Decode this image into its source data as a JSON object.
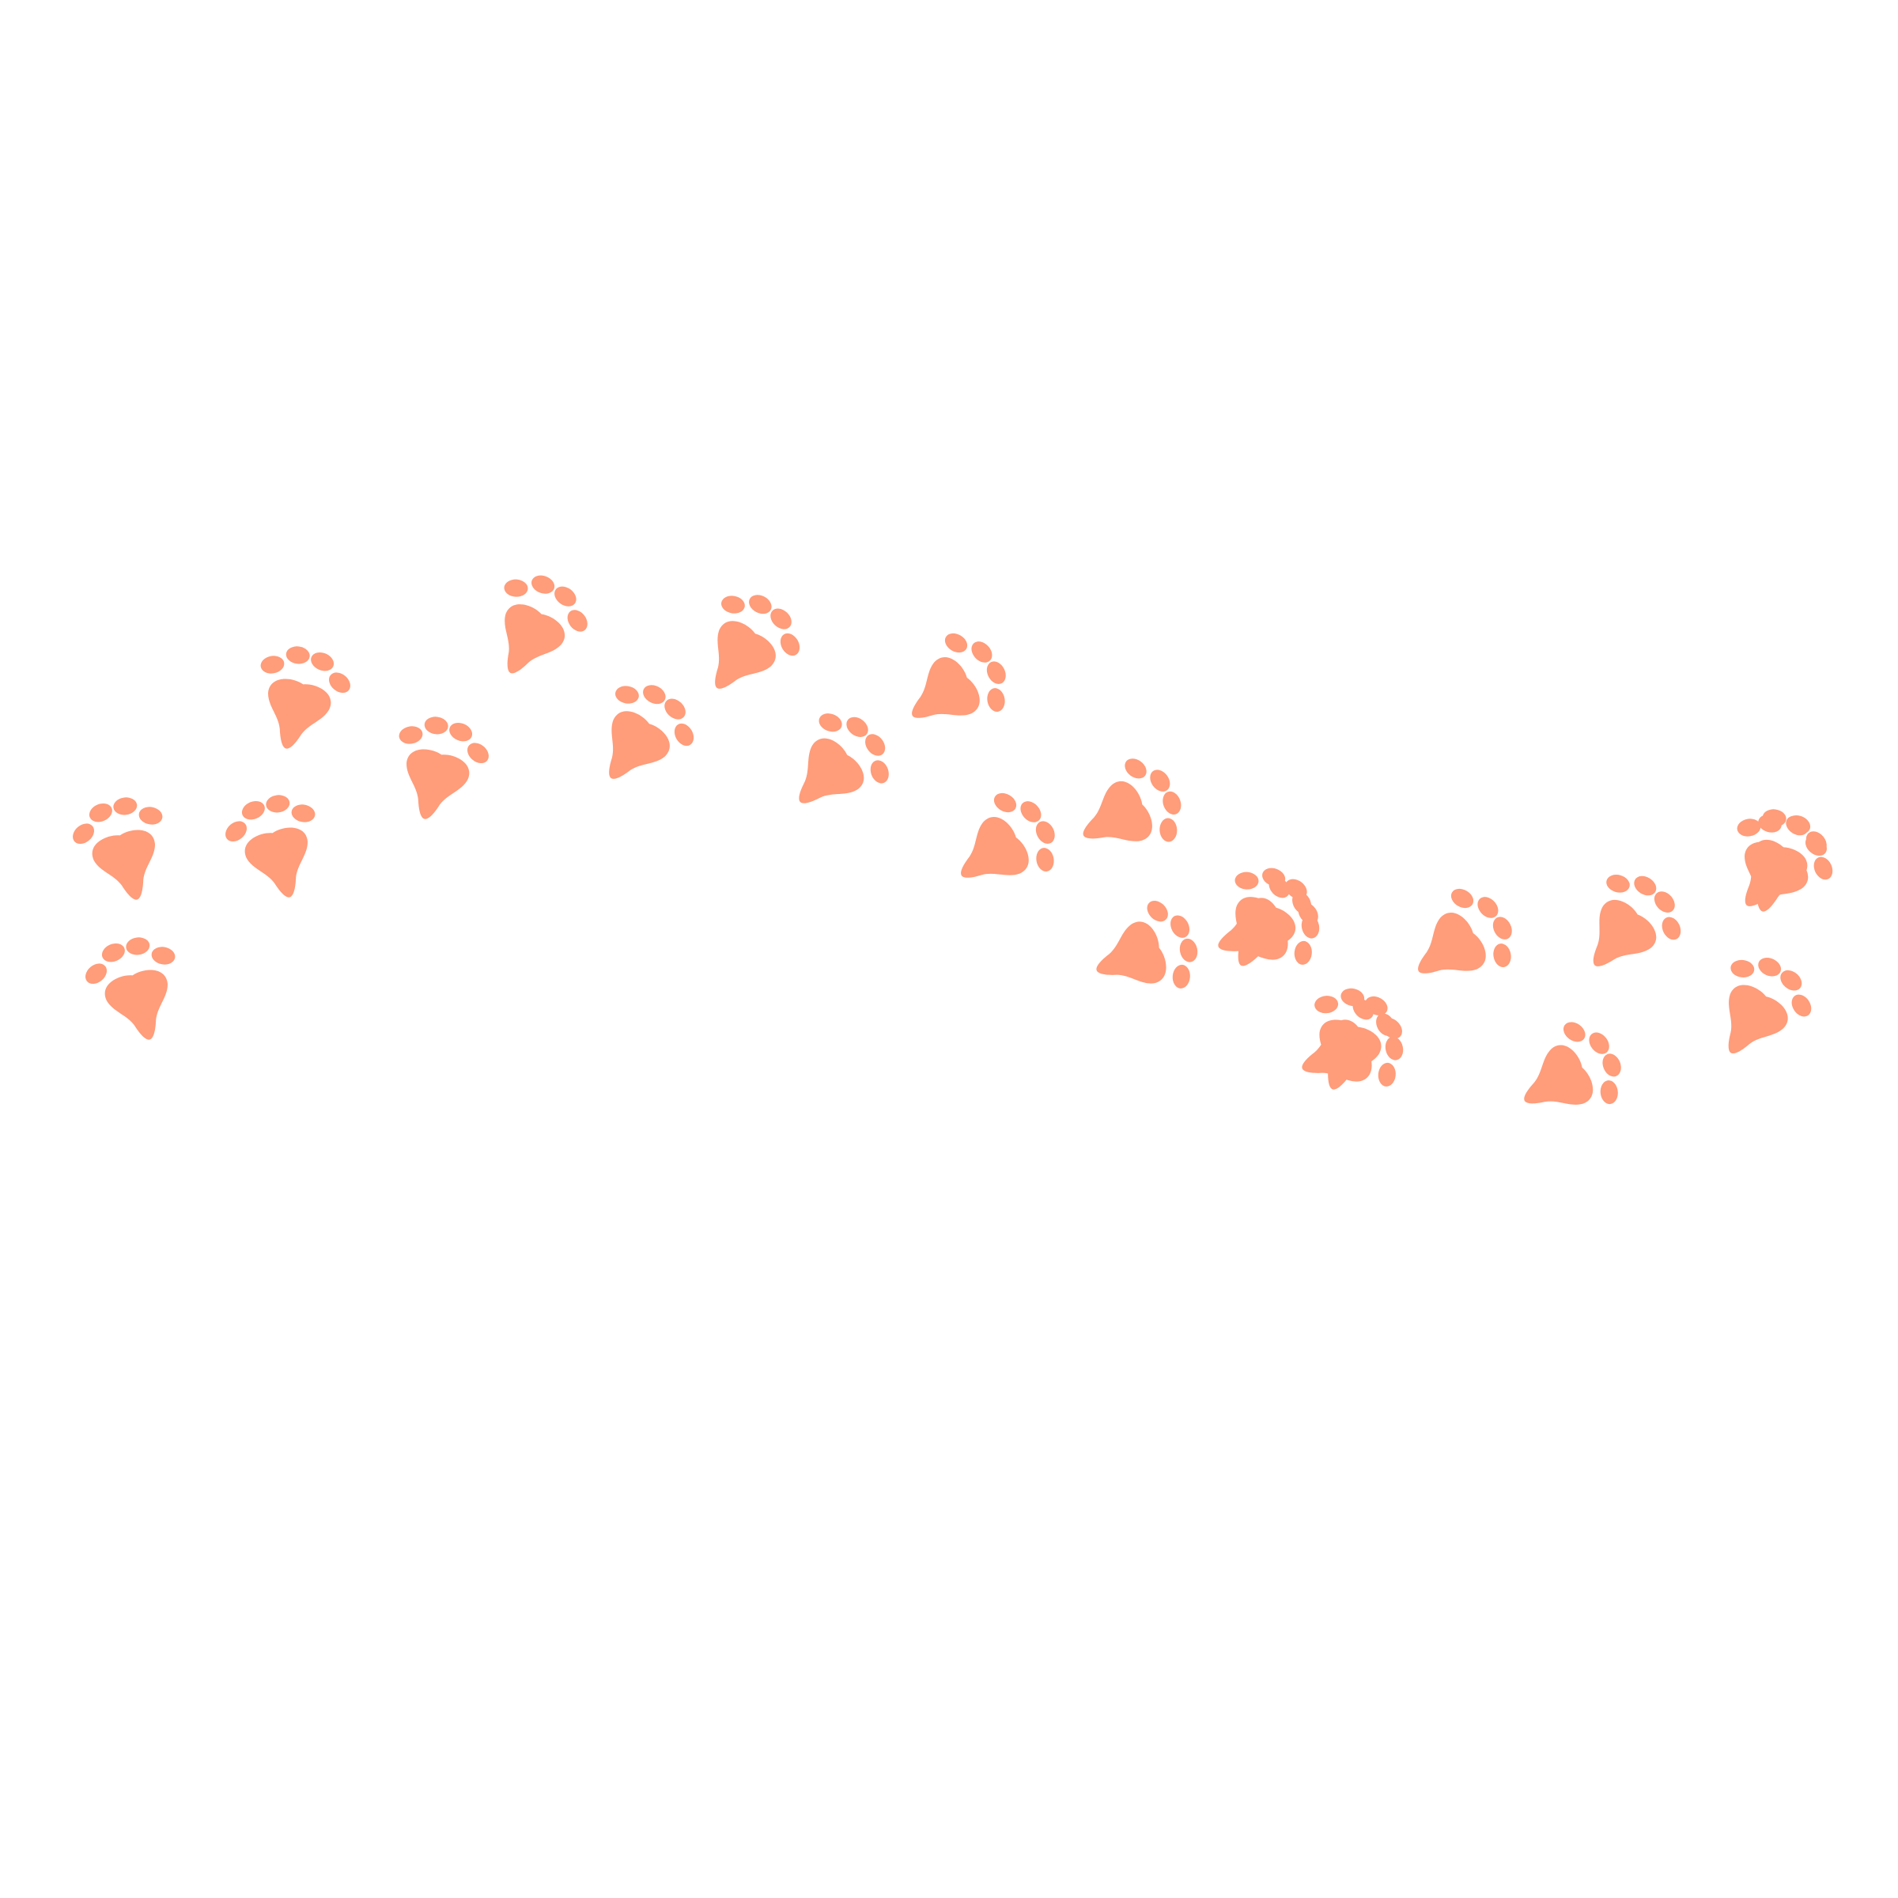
{
  "background_color": "#ffffff",
  "paw_color": "#ff9c7a",
  "icon": "paw-print-icon",
  "paw_prints": [
    {
      "id": "paw-1",
      "rotation": -15
    },
    {
      "id": "paw-2",
      "rotation": -15
    },
    {
      "id": "paw-3",
      "rotation": -15
    },
    {
      "id": "paw-4",
      "rotation": 15
    },
    {
      "id": "paw-5",
      "rotation": 15
    },
    {
      "id": "paw-6",
      "rotation": 28
    },
    {
      "id": "paw-7",
      "rotation": 35
    },
    {
      "id": "paw-8",
      "rotation": 35
    },
    {
      "id": "paw-9",
      "rotation": 45
    },
    {
      "id": "paw-10",
      "rotation": 55
    },
    {
      "id": "paw-11",
      "rotation": 55
    },
    {
      "id": "paw-12",
      "rotation": 62
    },
    {
      "id": "paw-13",
      "rotation": 70
    },
    {
      "id": "paw-14",
      "rotation": 70
    },
    {
      "id": "paw-15",
      "rotation": 70
    },
    {
      "id": "paw-16",
      "rotation": 55
    },
    {
      "id": "paw-17",
      "rotation": 60
    },
    {
      "id": "paw-18",
      "rotation": 40
    },
    {
      "id": "paw-19",
      "rotation": 40
    },
    {
      "id": "paw-20",
      "rotation": 32
    },
    {
      "id": "paw-21",
      "rotation": 28
    },
    {
      "id": "paw-22",
      "rotation": 20
    },
    {
      "id": "paw-23",
      "rotation": 15
    }
  ]
}
